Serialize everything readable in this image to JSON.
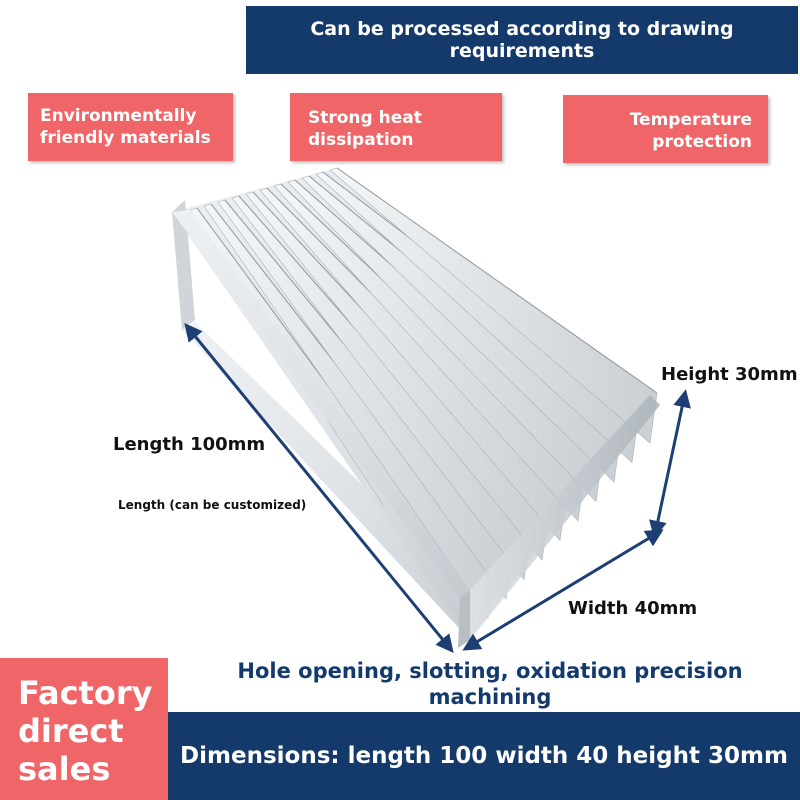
{
  "top_banner": {
    "text": "Can be processed according to drawing requirements"
  },
  "features": [
    {
      "label": "Environmentally friendly materials"
    },
    {
      "label": "Strong heat dissipation"
    },
    {
      "label": "Temperature protection"
    }
  ],
  "dimensions": {
    "length_label": "Length 100mm",
    "length_note": "Length (can be customized)",
    "height_label": "Height 30mm",
    "width_label": "Width 40mm"
  },
  "machining": {
    "text": "Hole opening, slotting, oxidation precision machining"
  },
  "bottom_banner": {
    "text": "Dimensions: length 100 width 40 height 30mm"
  },
  "factory_badge": {
    "line1": "Factory",
    "line2": "direct",
    "line3": "sales"
  },
  "colors": {
    "navy": "#143a6b",
    "coral": "#ef6568",
    "aluminum_light": "#e8ecef",
    "aluminum_dark": "#9aa3aa",
    "arrow": "#1e3f73"
  }
}
